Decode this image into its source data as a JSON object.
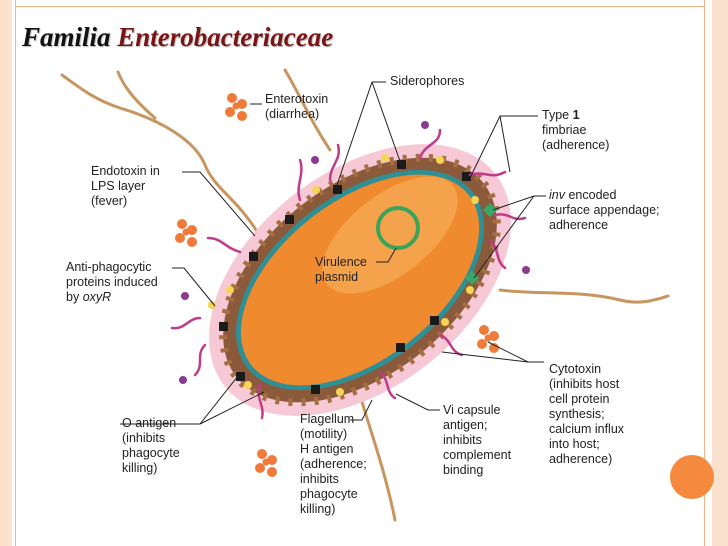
{
  "title": {
    "part1": "Familia",
    "part2": "Enterobacteriaceae"
  },
  "colors": {
    "accent_title": "#7a1515",
    "cell_body": "#f08a2e",
    "capsule": "#f7c8d6",
    "cell_wall": "#8a5a3a",
    "membrane": "#2e8f95",
    "flagella": "#c8955f",
    "fimbriae": "#c03b8a",
    "toxin": "#f07a3a",
    "plasmid": "#3aa35a",
    "frame": "#f1b38a"
  },
  "labels": {
    "enterotoxin": "Enterotoxin\n(diarrhea)",
    "siderophores": "Siderophores",
    "type1_a": "Type ",
    "type1_b": "1",
    "type1_c": "\nfimbriae\n(adherence)",
    "endotoxin": "Endotoxin in\nLPS layer\n(fever)",
    "inv_a": "inv",
    "inv_b": " encoded\nsurface appendage;\nadherence",
    "antiphago_a": "Anti-phagocytic\nproteins induced\nby ",
    "antiphago_b": "oxyR",
    "virulence": "Virulence\nplasmid",
    "cytotoxin": "Cytotoxin\n(inhibits host\ncell protein\nsynthesis;\ncalcium influx\ninto host;\nadherence)",
    "oantigen": "O antigen\n(inhibits\nphagocyte\nkilling)",
    "flagellum": "Flagellum\n(motility)\nH antigen\n(adherence;\ninhibits\nphagocyte\nkilling)",
    "vi": "Vi capsule\nantigen;\ninhibits\ncomplement\nbinding"
  }
}
